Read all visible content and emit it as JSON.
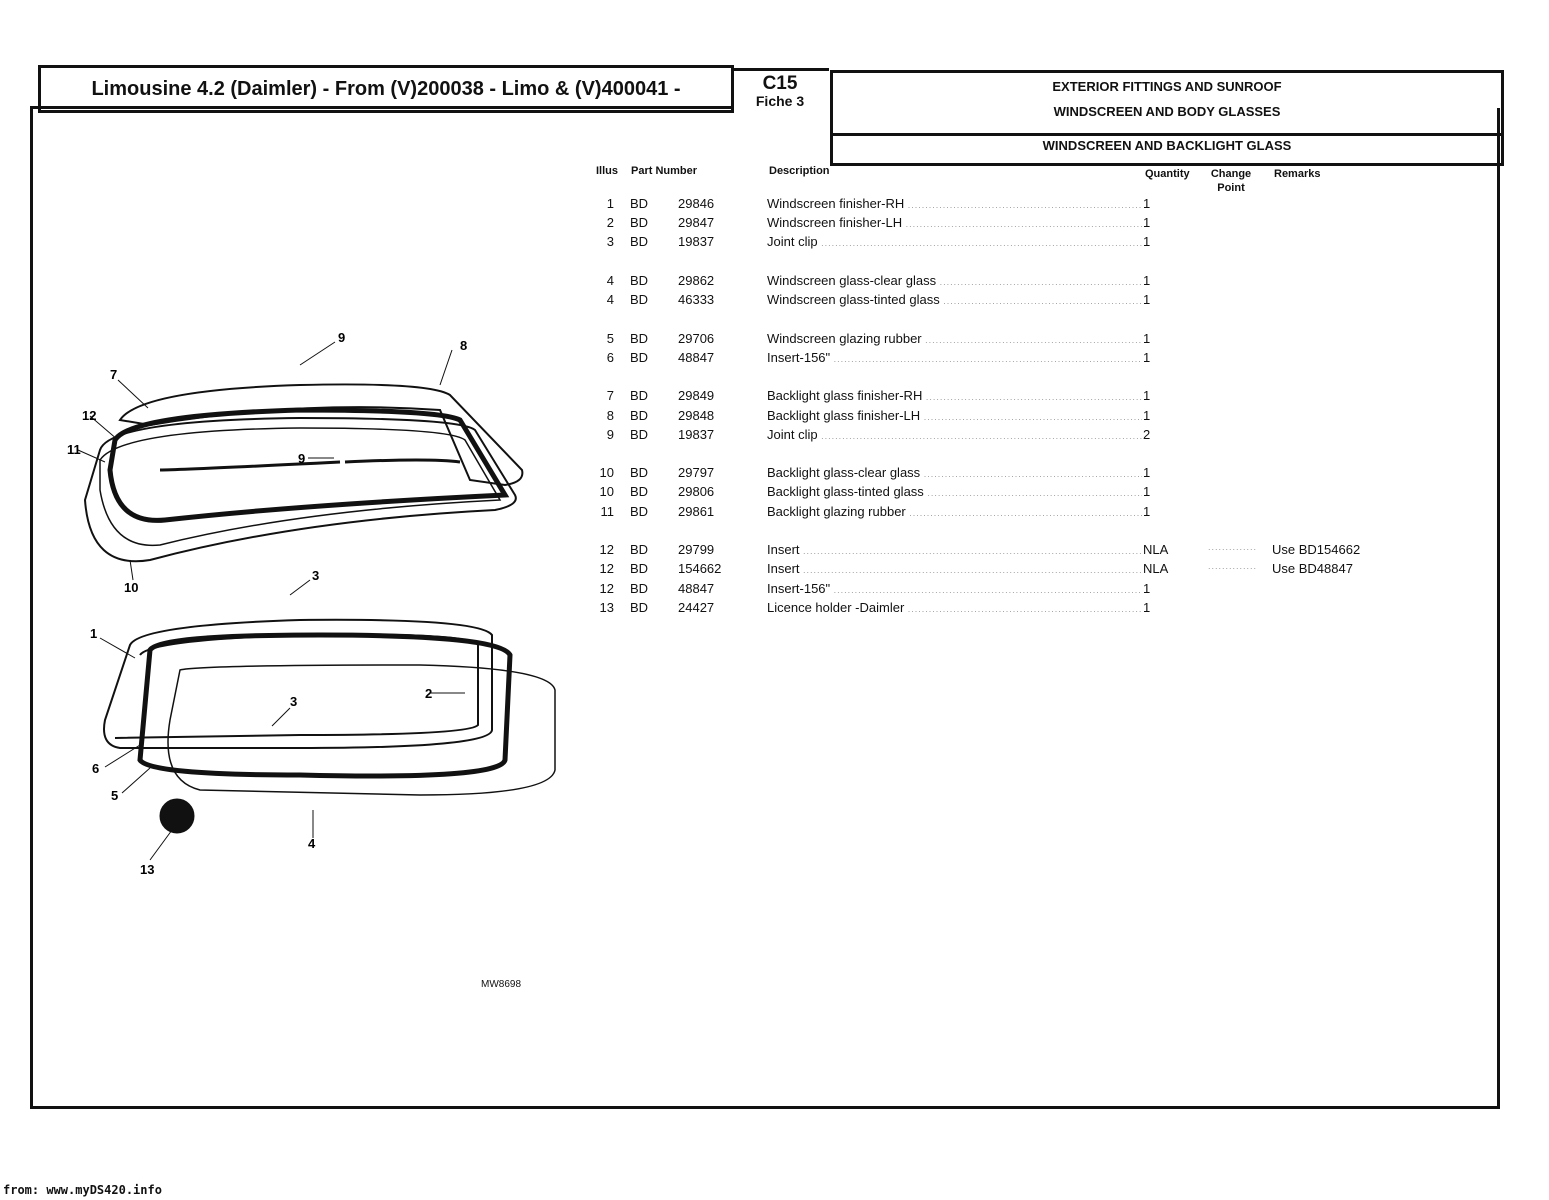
{
  "header": {
    "title": "Limousine 4.2 (Daimler) - From (V)200038 - Limo & (V)400041 -",
    "section_code": "C15",
    "fiche": "Fiche 3",
    "category_1": "EXTERIOR FITTINGS AND SUNROOF",
    "category_2": "WINDSCREEN AND BODY GLASSES",
    "subcategory": "WINDSCREEN AND BACKLIGHT GLASS"
  },
  "table": {
    "columns": {
      "illus": "Illus",
      "part_number": "Part Number",
      "description": "Description",
      "quantity": "Quantity",
      "change_point": "Change Point",
      "remarks": "Remarks"
    },
    "rows": [
      {
        "illus": "1",
        "prefix": "BD",
        "part": "29846",
        "desc": "Windscreen finisher-RH",
        "qty": "1",
        "remarks": "",
        "group": 0
      },
      {
        "illus": "2",
        "prefix": "BD",
        "part": "29847",
        "desc": "Windscreen finisher-LH",
        "qty": "1",
        "remarks": "",
        "group": 0
      },
      {
        "illus": "3",
        "prefix": "BD",
        "part": "19837",
        "desc": "Joint clip",
        "qty": "1",
        "remarks": "",
        "group": 0
      },
      {
        "illus": "4",
        "prefix": "BD",
        "part": "29862",
        "desc": "Windscreen glass-clear glass",
        "qty": "1",
        "remarks": "",
        "group": 1
      },
      {
        "illus": "4",
        "prefix": "BD",
        "part": "46333",
        "desc": "Windscreen glass-tinted glass",
        "qty": "1",
        "remarks": "",
        "group": 1
      },
      {
        "illus": "5",
        "prefix": "BD",
        "part": "29706",
        "desc": "Windscreen glazing rubber",
        "qty": "1",
        "remarks": "",
        "group": 2
      },
      {
        "illus": "6",
        "prefix": "BD",
        "part": "48847",
        "desc": "Insert-156\"",
        "qty": "1",
        "remarks": "",
        "group": 2
      },
      {
        "illus": "7",
        "prefix": "BD",
        "part": "29849",
        "desc": "Backlight glass finisher-RH",
        "qty": "1",
        "remarks": "",
        "group": 3
      },
      {
        "illus": "8",
        "prefix": "BD",
        "part": "29848",
        "desc": "Backlight glass finisher-LH",
        "qty": "1",
        "remarks": "",
        "group": 3
      },
      {
        "illus": "9",
        "prefix": "BD",
        "part": "19837",
        "desc": "Joint clip",
        "qty": "2",
        "remarks": "",
        "group": 3
      },
      {
        "illus": "10",
        "prefix": "BD",
        "part": "29797",
        "desc": "Backlight glass-clear glass",
        "qty": "1",
        "remarks": "",
        "group": 4
      },
      {
        "illus": "10",
        "prefix": "BD",
        "part": "29806",
        "desc": "Backlight glass-tinted glass",
        "qty": "1",
        "remarks": "",
        "group": 4
      },
      {
        "illus": "11",
        "prefix": "BD",
        "part": "29861",
        "desc": "Backlight glazing rubber",
        "qty": "1",
        "remarks": "",
        "group": 4
      },
      {
        "illus": "12",
        "prefix": "BD",
        "part": "29799",
        "desc": "Insert",
        "qty": "NLA",
        "remarks": "Use BD154662",
        "group": 5
      },
      {
        "illus": "12",
        "prefix": "BD",
        "part": "154662",
        "desc": "Insert",
        "qty": "NLA",
        "remarks": "Use BD48847",
        "group": 5
      },
      {
        "illus": "12",
        "prefix": "BD",
        "part": "48847",
        "desc": "Insert-156\"",
        "qty": "1",
        "remarks": "",
        "group": 5
      },
      {
        "illus": "13",
        "prefix": "BD",
        "part": "24427",
        "desc": "Licence holder -Daimler",
        "qty": "1",
        "remarks": "",
        "group": 5
      }
    ]
  },
  "diagram": {
    "code": "MW8698",
    "callouts": {
      "c1": "1",
      "c2": "2",
      "c3a": "3",
      "c3b": "3",
      "c4": "4",
      "c5": "5",
      "c6": "6",
      "c7": "7",
      "c8": "8",
      "c9a": "9",
      "c9b": "9",
      "c10": "10",
      "c11": "11",
      "c12": "12",
      "c13": "13"
    }
  },
  "footer": {
    "source": "from: www.myDS420.info"
  }
}
